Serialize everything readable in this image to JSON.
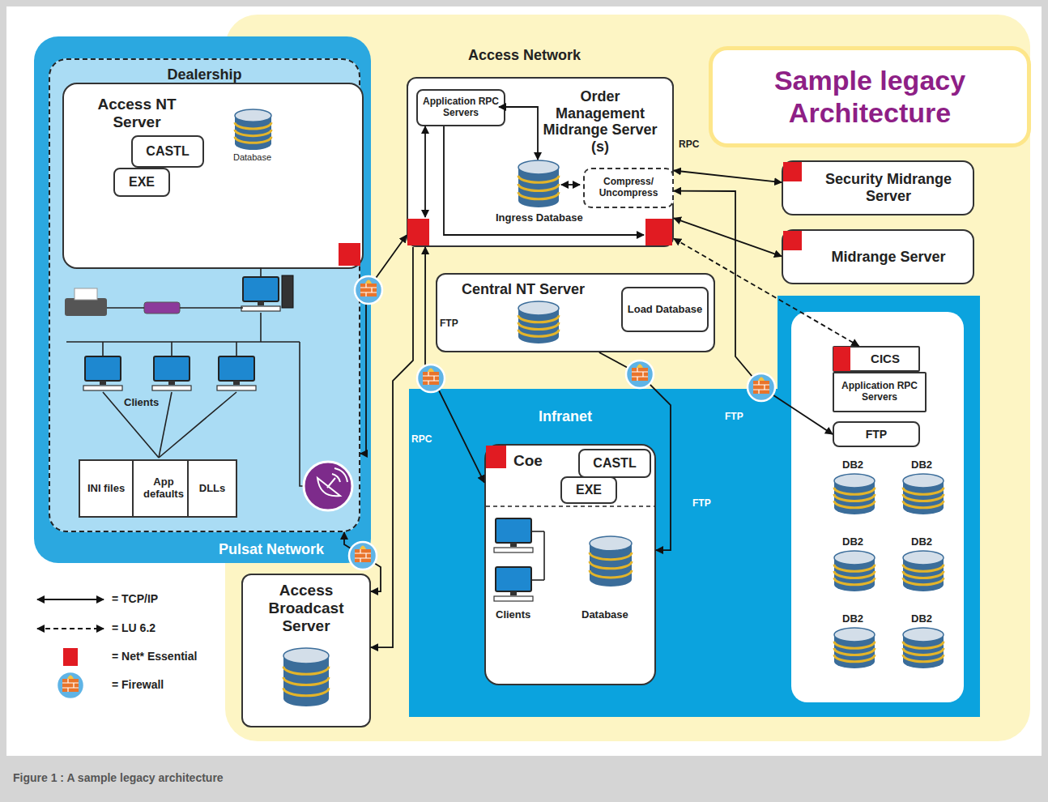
{
  "diagram": {
    "title": "Sample legacy Architecture",
    "caption": "Figure 1 : A sample legacy architecture",
    "nodes": [
      {
        "text": [
          "Access Network"
        ]
      },
      {
        "text": [
          "Pulsat Network"
        ]
      },
      {
        "text": [
          "Dealership"
        ],
        "in": 1
      },
      {
        "text": [
          "Access NT Server"
        ],
        "in": 2
      },
      {
        "text": [
          "CASTL"
        ],
        "in": 3
      },
      {
        "text": [
          "EXE"
        ],
        "in": 3
      },
      {
        "text": [
          "INI files"
        ],
        "in": 2
      },
      {
        "text": [
          "App defaults"
        ],
        "in": 2
      },
      {
        "text": [
          "DLLs"
        ],
        "in": 2
      },
      {
        "text": [
          "Order Management Midrange Server (s)"
        ],
        "in": 0
      },
      {
        "text": [
          "Application RPC Servers"
        ],
        "in": 9
      },
      {
        "text": [
          "Compress/ Uncompress"
        ],
        "in": 9
      },
      {
        "text": [
          "Security Midrange Server"
        ],
        "in": 0
      },
      {
        "text": [
          "Midrange Server"
        ],
        "in": 0
      },
      {
        "text": [
          "Central NT Server"
        ],
        "in": 0
      },
      {
        "text": [
          "Load Database"
        ],
        "in": 14
      },
      {
        "text": [
          "Infranet"
        ],
        "in": 0
      },
      {
        "text": [
          "Coe"
        ],
        "in": 16
      },
      {
        "text": [
          "CASTL"
        ],
        "in": 17
      },
      {
        "text": [
          "EXE"
        ],
        "in": 17
      },
      {
        "text": [
          "CICS"
        ],
        "in": 16
      },
      {
        "text": [
          "Application RPC Servers"
        ],
        "in": 16
      },
      {
        "text": [
          "FTP"
        ],
        "in": 16
      },
      {
        "text": [
          "Access Broadcast Server"
        ],
        "in": 0
      }
    ],
    "edges": [
      {
        "from": 2,
        "to": 9,
        "arrow": "both"
      },
      {
        "from": 9,
        "to": 12,
        "arrow": "both"
      },
      {
        "from": 9,
        "to": 13,
        "arrow": "both"
      },
      {
        "from": 9,
        "to": 20,
        "arrow": "both"
      },
      {
        "from": 9,
        "to": 22,
        "arrow": "both"
      },
      {
        "from": 9,
        "to": 17,
        "arrow": "both",
        "label": "RPC"
      },
      {
        "from": 14,
        "to": 17,
        "arrow": "to"
      },
      {
        "from": 2,
        "to": 23,
        "arrow": "both"
      },
      {
        "from": 9,
        "to": 23,
        "arrow": "to"
      }
    ],
    "labels": [
      "Database",
      "Clients",
      "Ingress Database",
      "RPC",
      "FTP",
      "FTP",
      "FTP",
      "Clients",
      "Database",
      "DB2",
      "DB2",
      "DB2",
      "DB2",
      "DB2",
      "DB2"
    ],
    "legend": [
      {
        "text": "= TCP/IP"
      },
      {
        "text": "= LU 6.2"
      },
      {
        "text": "= Net* Essential",
        "color": "#e11b22"
      },
      {
        "text": "= Firewall"
      }
    ]
  }
}
